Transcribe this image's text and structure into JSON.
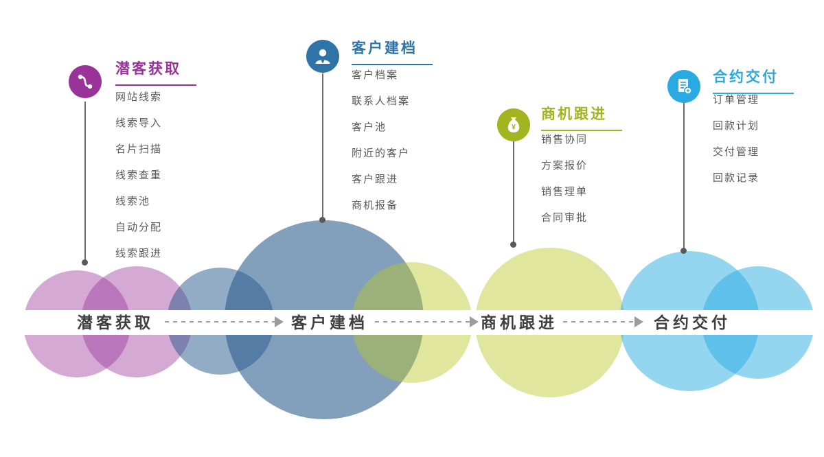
{
  "diagram": {
    "type": "crm-sales-process-flow"
  },
  "stages": [
    {
      "title": "潜客获取",
      "color": "#993399",
      "icon": "lead-path-icon",
      "items": [
        "网站线索",
        "线索导入",
        "名片扫描",
        "线索查重",
        "线索池",
        "自动分配",
        "线索跟进"
      ]
    },
    {
      "title": "客户建档",
      "color": "#2e74a7",
      "icon": "person-icon",
      "items": [
        "客户档案",
        "联系人档案",
        "客户池",
        "附近的客户",
        "客户跟进",
        "商机报备"
      ]
    },
    {
      "title": "商机跟进",
      "color": "#a2b420",
      "icon": "money-bag-icon",
      "icon_symbol": "¥",
      "items": [
        "销售协同",
        "方案报价",
        "销售理单",
        "合同审批"
      ]
    },
    {
      "title": "合约交付",
      "color": "#29abe2",
      "icon": "document-badge-icon",
      "items": [
        "订单管理",
        "回款计划",
        "交付管理",
        "回款记录"
      ]
    }
  ],
  "flow_band": {
    "steps": [
      "潜客获取",
      "客户建档",
      "商机跟进",
      "合约交付"
    ]
  }
}
